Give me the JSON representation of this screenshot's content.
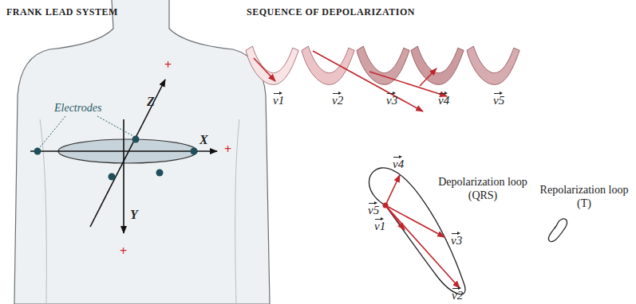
{
  "diagram": {
    "labels": [
      "FRANK LEAD SYSTEM",
      "SEQUENCE OF DEPOLARIZATION",
      "Electrodes",
      "Z",
      "X",
      "Y",
      "+",
      "+",
      "+",
      "v1",
      "v2",
      "v3",
      "v4",
      "v5",
      "v4",
      "v5",
      "v1",
      "v3",
      "v2",
      "Depolarization loop (QRS)",
      "Repolarization loop (T)"
    ]
  }
}
